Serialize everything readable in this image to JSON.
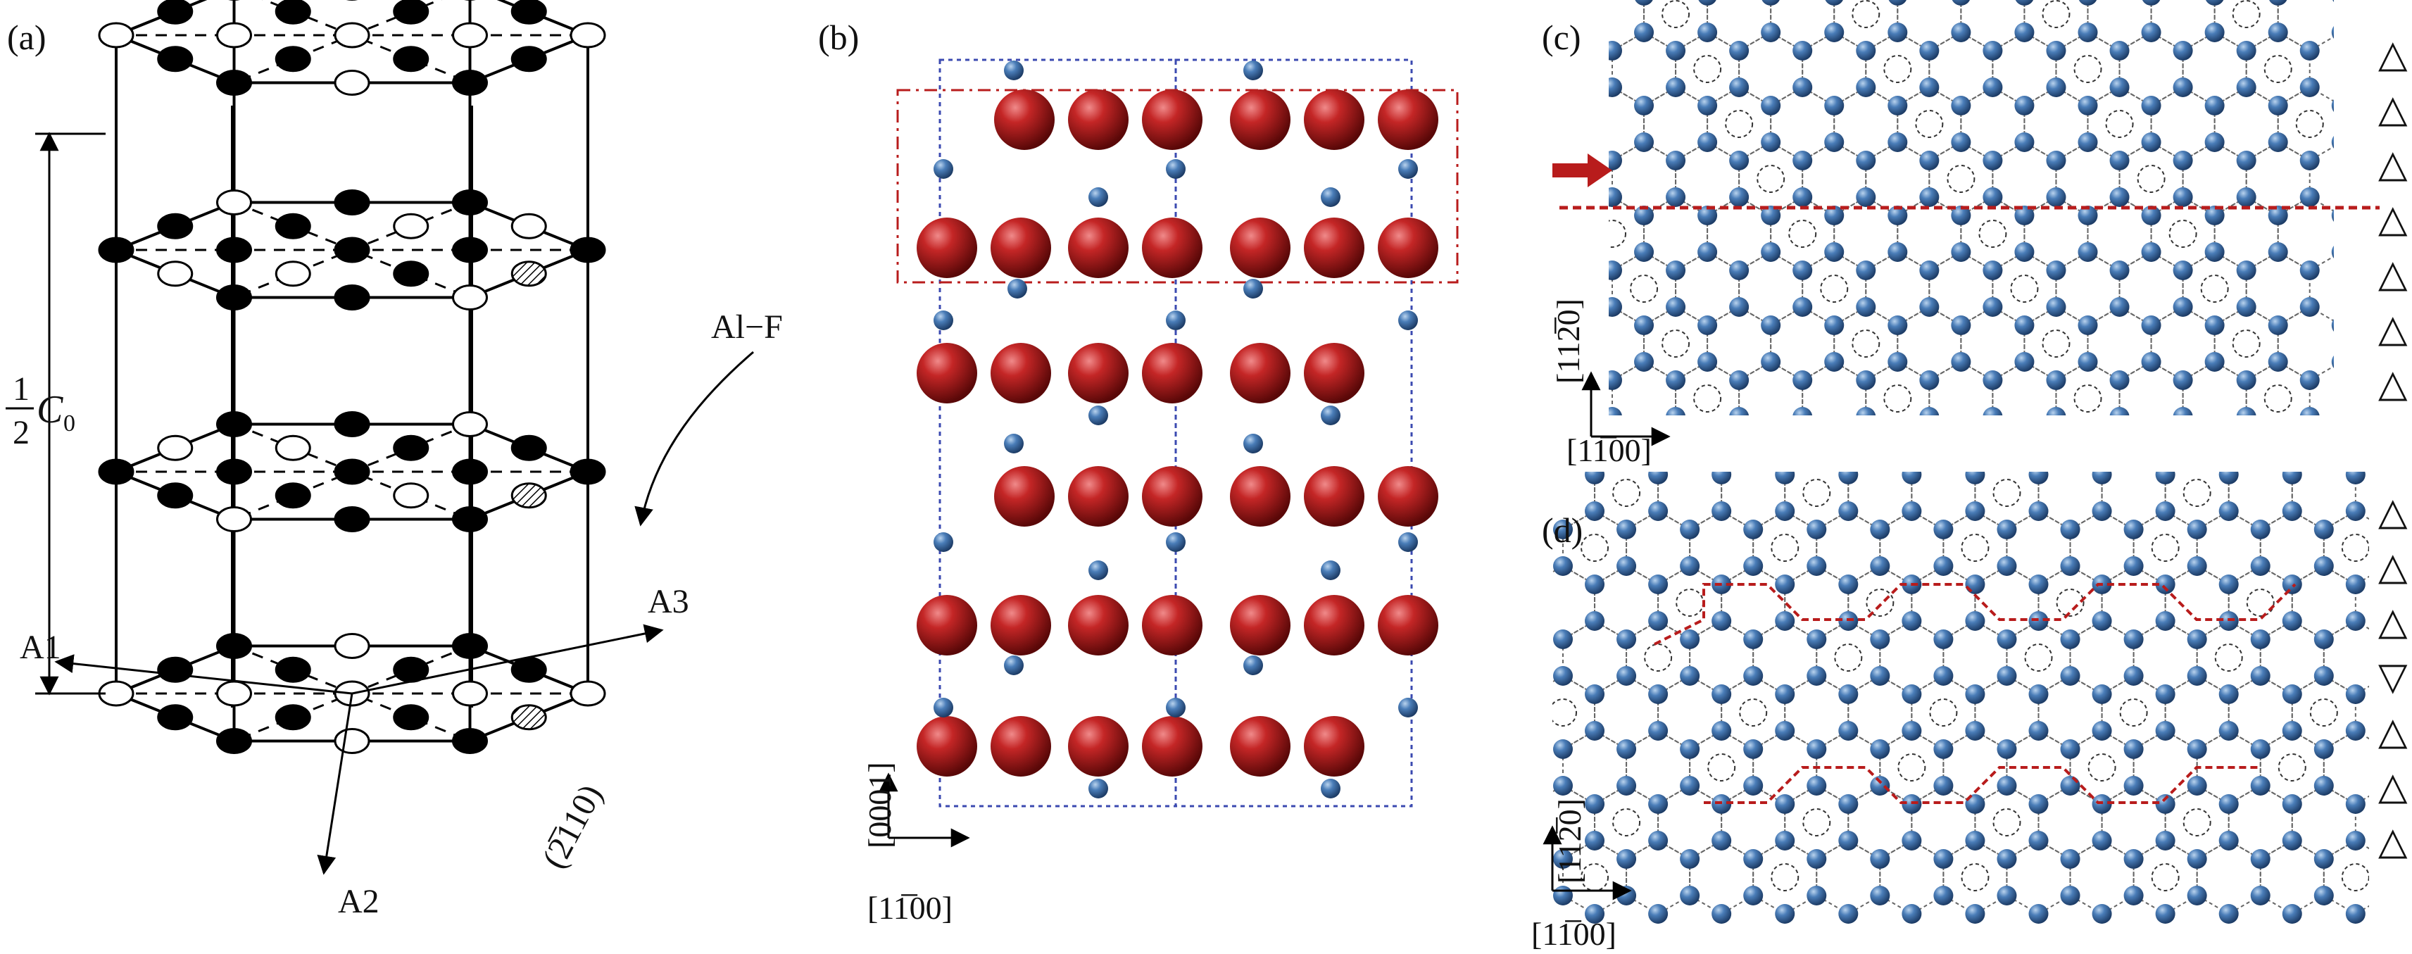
{
  "panels": {
    "a": {
      "label": "(a)",
      "c_fraction_num": "1",
      "c_fraction_den": "2",
      "c_symbol": "C",
      "c_subscript": "0",
      "axis_a1": "A1",
      "axis_a2": "A2",
      "axis_a3": "A3",
      "defect_label": "Al−F",
      "plane_label": "(2̅110)"
    },
    "b": {
      "label": "(b)",
      "axis_vertical": "[0001]",
      "axis_horizontal": "[11̅00]"
    },
    "c": {
      "label": "(c)",
      "axis_vertical": "[112̅0]",
      "axis_horizontal": "[11̅00]",
      "stacking": [
        "△",
        "△",
        "△",
        "△",
        "△",
        "△",
        "△"
      ]
    },
    "d": {
      "label": "(d)",
      "axis_vertical": "[112̅0]",
      "axis_horizontal": "[11̅00]",
      "stacking": [
        "△",
        "△",
        "△",
        "▽",
        "△",
        "△",
        "△"
      ]
    }
  },
  "colors": {
    "large_atom": "#9e1b1b",
    "small_atom": "#3f6fa6",
    "fault_line": "#b81c1c",
    "cell_box": "#3b4ab0"
  }
}
